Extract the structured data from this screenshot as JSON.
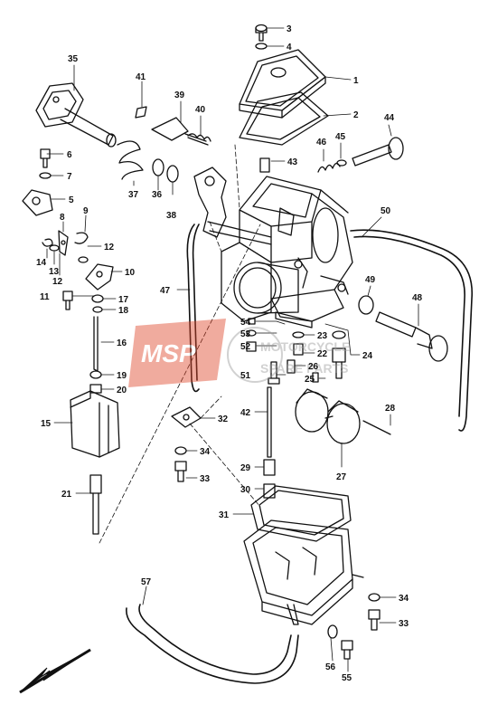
{
  "diagram": {
    "colors": {
      "line": "#111111",
      "watermark_red": "#e0462a",
      "watermark_grey": "#9a9a9a"
    },
    "watermark": {
      "logo_text": "MSP",
      "line1": "MOTORCYCLE",
      "line2": "SPARE PARTS"
    },
    "parts": [
      {
        "id": "p1",
        "label": "1"
      },
      {
        "id": "p2",
        "label": "2"
      },
      {
        "id": "p3",
        "label": "3"
      },
      {
        "id": "p4",
        "label": "4"
      },
      {
        "id": "p5",
        "label": "5"
      },
      {
        "id": "p6",
        "label": "6"
      },
      {
        "id": "p7",
        "label": "7"
      },
      {
        "id": "p8",
        "label": "8"
      },
      {
        "id": "p9",
        "label": "9"
      },
      {
        "id": "p10",
        "label": "10"
      },
      {
        "id": "p11",
        "label": "11"
      },
      {
        "id": "p12a",
        "label": "12"
      },
      {
        "id": "p12b",
        "label": "12"
      },
      {
        "id": "p13",
        "label": "13"
      },
      {
        "id": "p14",
        "label": "14"
      },
      {
        "id": "p15",
        "label": "15"
      },
      {
        "id": "p16",
        "label": "16"
      },
      {
        "id": "p17",
        "label": "17"
      },
      {
        "id": "p18",
        "label": "18"
      },
      {
        "id": "p19",
        "label": "19"
      },
      {
        "id": "p20",
        "label": "20"
      },
      {
        "id": "p21",
        "label": "21"
      },
      {
        "id": "p22",
        "label": "22"
      },
      {
        "id": "p23",
        "label": "23"
      },
      {
        "id": "p24",
        "label": "24"
      },
      {
        "id": "p25",
        "label": "25"
      },
      {
        "id": "p26",
        "label": "26"
      },
      {
        "id": "p27",
        "label": "27"
      },
      {
        "id": "p28",
        "label": "28"
      },
      {
        "id": "p29",
        "label": "29"
      },
      {
        "id": "p30",
        "label": "30"
      },
      {
        "id": "p31",
        "label": "31"
      },
      {
        "id": "p32",
        "label": "32"
      },
      {
        "id": "p33a",
        "label": "33"
      },
      {
        "id": "p33b",
        "label": "33"
      },
      {
        "id": "p34a",
        "label": "34"
      },
      {
        "id": "p34b",
        "label": "34"
      },
      {
        "id": "p35",
        "label": "35"
      },
      {
        "id": "p36",
        "label": "36"
      },
      {
        "id": "p37",
        "label": "37"
      },
      {
        "id": "p38",
        "label": "38"
      },
      {
        "id": "p39",
        "label": "39"
      },
      {
        "id": "p40",
        "label": "40"
      },
      {
        "id": "p41",
        "label": "41"
      },
      {
        "id": "p42",
        "label": "42"
      },
      {
        "id": "p43",
        "label": "43"
      },
      {
        "id": "p44",
        "label": "44"
      },
      {
        "id": "p45",
        "label": "45"
      },
      {
        "id": "p46",
        "label": "46"
      },
      {
        "id": "p47",
        "label": "47"
      },
      {
        "id": "p48",
        "label": "48"
      },
      {
        "id": "p49",
        "label": "49"
      },
      {
        "id": "p50",
        "label": "50"
      },
      {
        "id": "p51",
        "label": "51"
      },
      {
        "id": "p52",
        "label": "52"
      },
      {
        "id": "p53",
        "label": "53"
      },
      {
        "id": "p54",
        "label": "54"
      },
      {
        "id": "p55",
        "label": "55"
      },
      {
        "id": "p56",
        "label": "56"
      },
      {
        "id": "p57",
        "label": "57"
      }
    ]
  }
}
